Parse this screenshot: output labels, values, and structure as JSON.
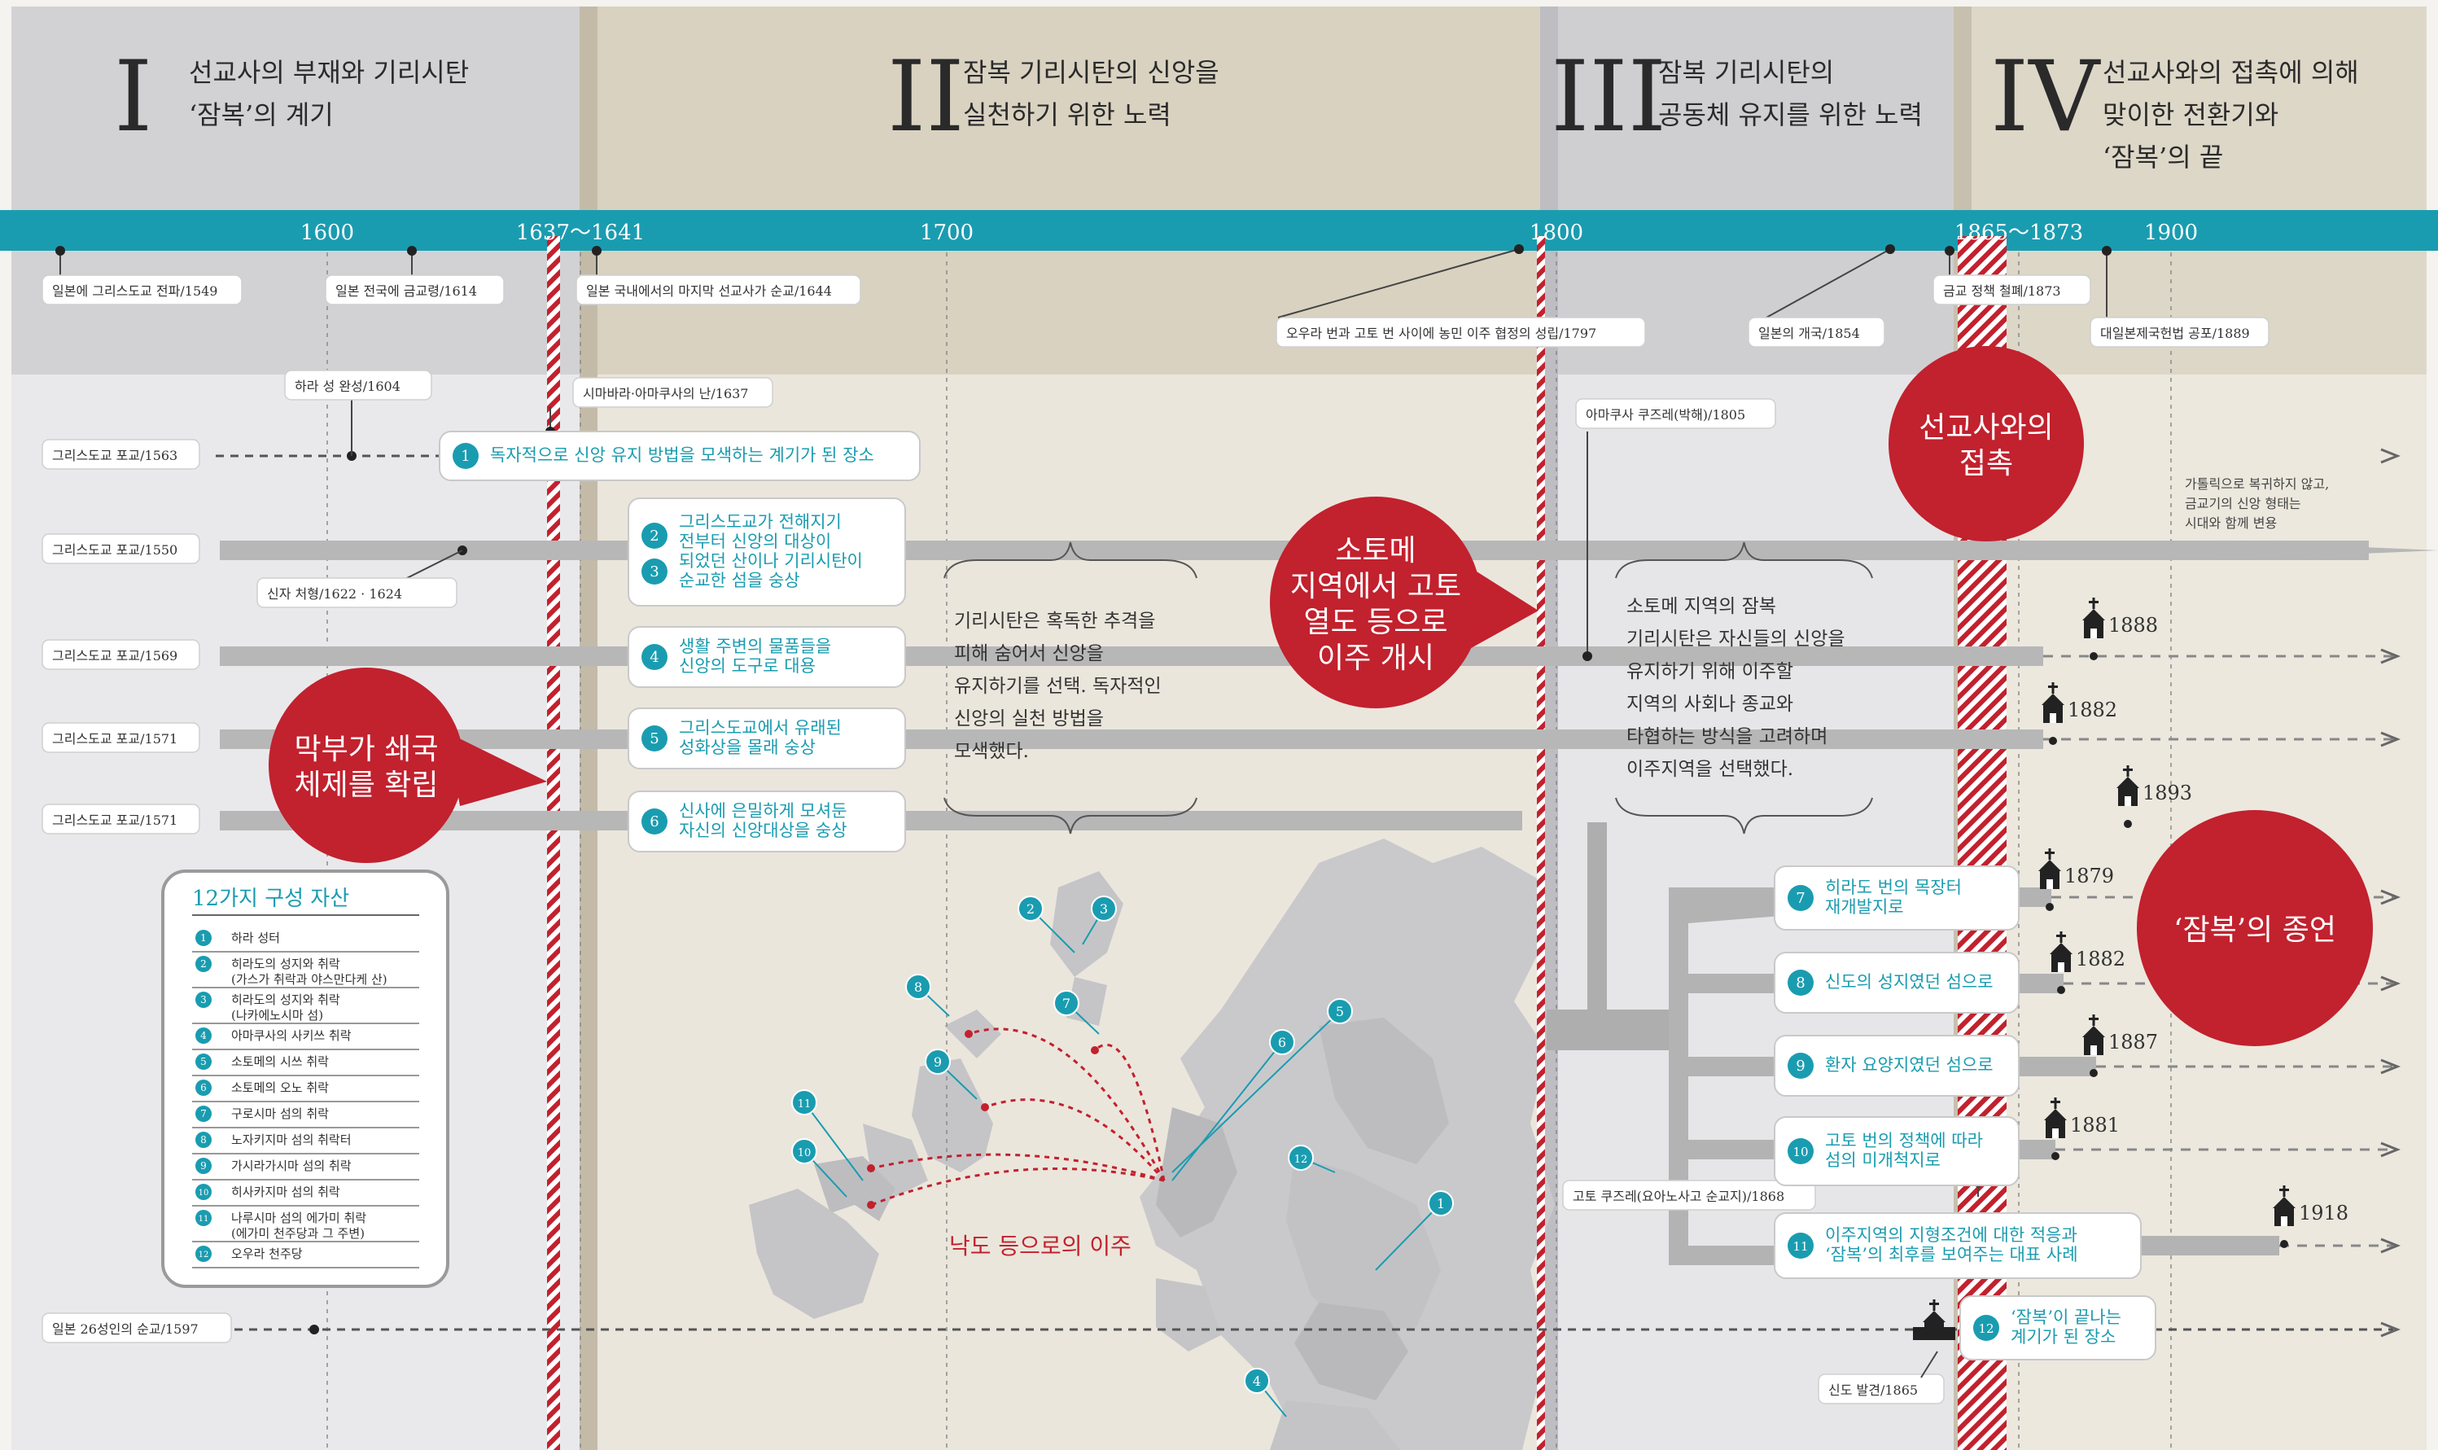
{
  "periods": [
    {
      "numeral": "I",
      "title_lines": [
        "선교사의 부재와 기리시탄",
        "‘잠복’의 계기"
      ]
    },
    {
      "numeral": "II",
      "title_lines": [
        "잠복 기리시탄의 신앙을",
        "실천하기 위한 노력"
      ]
    },
    {
      "numeral": "III",
      "title_lines": [
        "잠복 기리시탄의",
        "공동체 유지를 위한 노력"
      ]
    },
    {
      "numeral": "IV",
      "title_lines": [
        "선교사와의 접촉에 의해",
        "맞이한 전환기와",
        "‘잠복’의 끝"
      ]
    }
  ],
  "timeline": {
    "years": [
      "1600",
      "1637～1641",
      "1700",
      "1800",
      "1865～1873",
      "1900"
    ],
    "events_top": [
      "일본에 그리스도교 전파/1549",
      "일본 전국에 금교령/1614",
      "일본 국내에서의 마지막 선교사가 순교/1644",
      "오우라 번과 고토 번 사이에 농민 이주 협정의 성립/1797",
      "일본의 개국/1854",
      "금교 정책 철폐/1873",
      "대일본제국헌법 공포/1889"
    ]
  },
  "events_lower": {
    "hara": "하라 성 완성/1604",
    "shimabara": "시마바라·아마쿠사의 난/1637",
    "amakusa_collapse": "아마쿠사 쿠즈레(박해)/1805",
    "goto_collapse": "고토 쿠즈레(요아노사고 순교지)/1868",
    "martyrs26": "일본 26성인의 순교/1597",
    "shinto": "신도 발견/1865",
    "shinja": "신자 처형/1622 · 1624"
  },
  "propagation_labels": [
    "그리스도교 포교/1563",
    "그리스도교 포교/1550",
    "그리스도교 포교/1569",
    "그리스도교 포교/1571",
    "그리스도교 포교/1571"
  ],
  "site_boxes": [
    {
      "num": "1",
      "lines": [
        "독자적으로 신앙 유지 방법을 모색하는 계기가 된 장소"
      ]
    },
    {
      "num": "2·3",
      "lines": [
        "그리스도교가 전해지기",
        "전부터 신앙의 대상이",
        "되었던 산이나 기리시탄이",
        "순교한 섬을 숭상"
      ]
    },
    {
      "num": "4",
      "lines": [
        "생활 주변의 물품들을",
        "신앙의 도구로 대용"
      ]
    },
    {
      "num": "5",
      "lines": [
        "그리스도교에서 유래된",
        "성화상을 몰래 숭상"
      ]
    },
    {
      "num": "6",
      "lines": [
        "신사에 은밀하게 모셔둔",
        "자신의 신앙대상을 숭상"
      ]
    },
    {
      "num": "7",
      "lines": [
        "히라도 번의 목장터",
        "재개발지로"
      ]
    },
    {
      "num": "8",
      "lines": [
        "신도의 성지였던 섬으로"
      ]
    },
    {
      "num": "9",
      "lines": [
        "환자 요양지였던 섬으로"
      ]
    },
    {
      "num": "10",
      "lines": [
        "고토 번의 정책에 따라",
        "섬의 미개척지로"
      ]
    },
    {
      "num": "11",
      "lines": [
        "이주지역의 지형조건에 대한 적응과",
        "‘잠복’의 최후를 보여주는 대표 사례"
      ]
    },
    {
      "num": "12",
      "lines": [
        "‘잠복’이 끝나는",
        "계기가 된 장소"
      ]
    }
  ],
  "notes": {
    "period2": [
      "기리시탄은 혹독한 추격을",
      "피해 숨어서 신앙을",
      "유지하기를 선택. 독자적인",
      "신앙의 실천 방법을",
      "모색했다."
    ],
    "period3": [
      "소토메 지역의 잠복",
      "기리시탄은 자신들의 신앙을",
      "유지하기 위해 이주할",
      "지역의 사회나 종교와",
      "타협하는 방식을 고려하며",
      "이주지역을 선택했다."
    ],
    "catholic": [
      "가톨릭으로 복귀하지 않고,",
      "금교기의 신앙 형태는",
      "시대와 함께 변용"
    ]
  },
  "circles": [
    {
      "lines": [
        "막부가 쇄국",
        "체제를 확립"
      ]
    },
    {
      "lines": [
        "소토메",
        "지역에서 고토",
        "열도 등으로",
        "이주 개시"
      ]
    },
    {
      "lines": [
        "선교사와의",
        "접촉"
      ]
    },
    {
      "lines": [
        "‘잠복’의 종언"
      ]
    }
  ],
  "church_years": [
    "1888",
    "1882",
    "1893",
    "1879",
    "1882",
    "1887",
    "1881",
    "1918"
  ],
  "map": {
    "caption": "낙도 등으로의 이주",
    "markers": [
      "1",
      "2",
      "3",
      "4",
      "5",
      "6",
      "7",
      "8",
      "9",
      "10",
      "11",
      "12"
    ]
  },
  "legend": {
    "title": "12가지 구성 자산",
    "items": [
      {
        "num": "1",
        "lines": [
          "하라 성터"
        ]
      },
      {
        "num": "2",
        "lines": [
          "히라도의 성지와 취락",
          "(가스가 취락과 야스만다케 산)"
        ]
      },
      {
        "num": "3",
        "lines": [
          "히라도의 성지와 취락",
          "(나카에노시마 섬)"
        ]
      },
      {
        "num": "4",
        "lines": [
          "아마쿠사의 사키쓰 취락"
        ]
      },
      {
        "num": "5",
        "lines": [
          "소토메의 시쓰 취락"
        ]
      },
      {
        "num": "6",
        "lines": [
          "소토메의 오노 취락"
        ]
      },
      {
        "num": "7",
        "lines": [
          "구로시마 섬의 취락"
        ]
      },
      {
        "num": "8",
        "lines": [
          "노자키지마 섬의 취락터"
        ]
      },
      {
        "num": "9",
        "lines": [
          "가시라가시마 섬의 취락"
        ]
      },
      {
        "num": "10",
        "lines": [
          "히사카지마 섬의 취락"
        ]
      },
      {
        "num": "11",
        "lines": [
          "나루시마 섬의 에가미 취락",
          "(에가미 천주당과 그 주변)"
        ]
      },
      {
        "num": "12",
        "lines": [
          "오우라 천주당"
        ]
      }
    ]
  },
  "colors": {
    "teal": "#1a9cb0",
    "red": "#c2212e",
    "grey_band": "#bcbcbc",
    "period_dark": "#cfcfd2",
    "period_beige": "#d9d2c2"
  }
}
